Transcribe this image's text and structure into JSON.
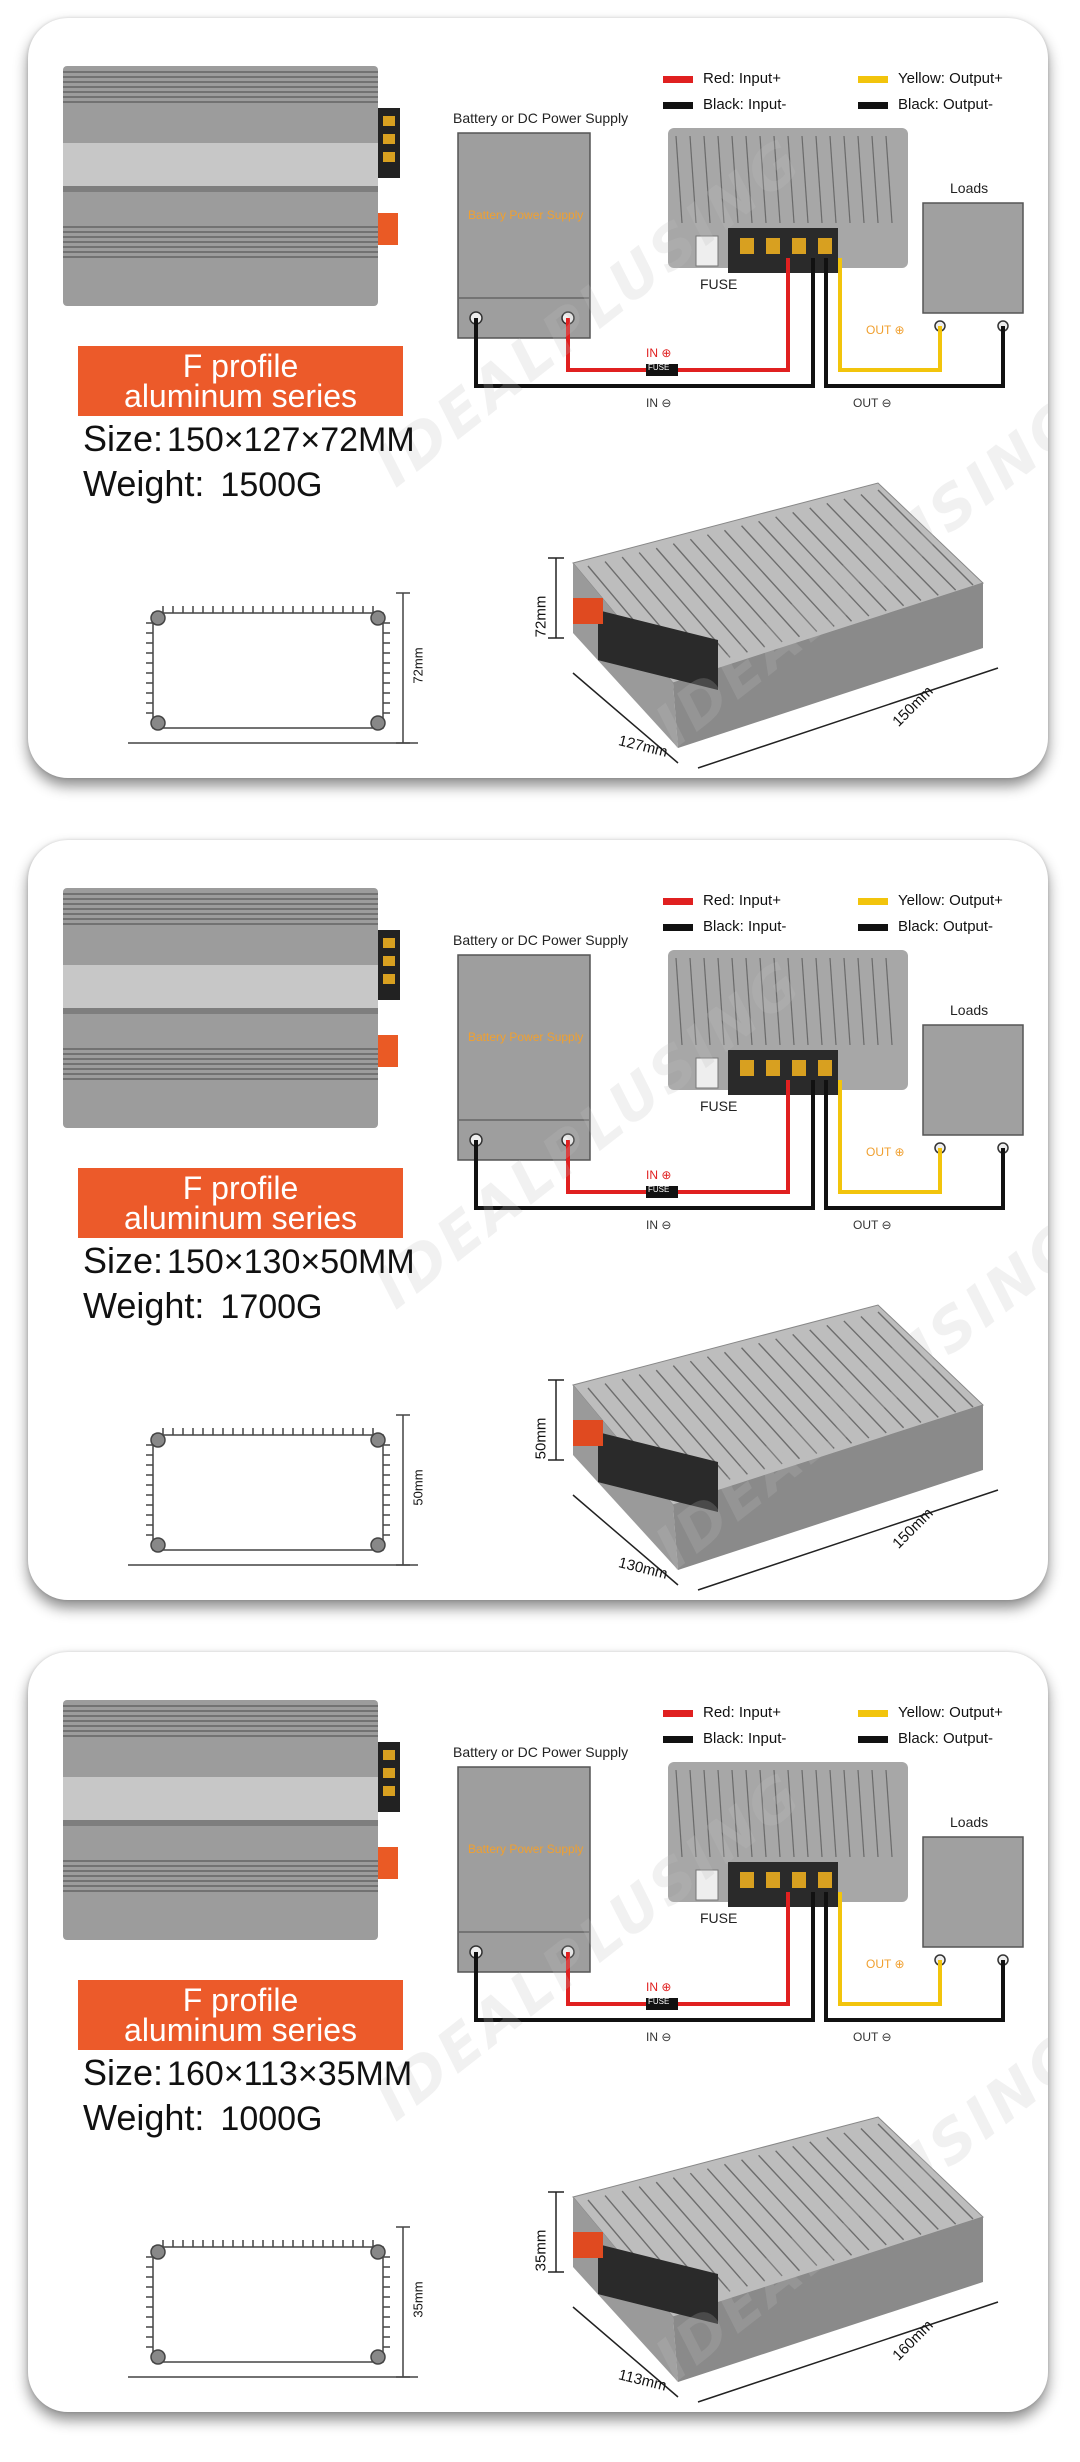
{
  "legend": {
    "red": "Red: Input+",
    "black_in": "Black: Input-",
    "yellow": "Yellow: Output+",
    "black_out": "Black: Output-"
  },
  "diagram": {
    "supply_title": "Battery or DC Power Supply",
    "supply_inner": "Battery Power Supply",
    "loads": "Loads",
    "fuse": "FUSE",
    "fuse_tag": "FUSE",
    "in_plus": "IN ⊕",
    "in_minus": "IN ⊖",
    "out_plus": "OUT ⊕",
    "out_minus": "OUT ⊖"
  },
  "colors": {
    "accent": "#ec5a2a",
    "wire_red": "#e02020",
    "wire_yellow": "#f2c40c",
    "wire_black": "#111111",
    "aluminum": "#a9a9a9"
  },
  "watermark": "IDEALPLUSING",
  "products": [
    {
      "badge_line1": "F profile",
      "badge_line2": "aluminum series",
      "size_label": "Size:",
      "size_value": "150×127×72MM",
      "weight_label": "Weight:",
      "weight_value": "1500G",
      "dim_height": "72mm",
      "dim_width": "127mm",
      "dim_length": "150mm",
      "outline_dim": "72mm"
    },
    {
      "badge_line1": "F profile",
      "badge_line2": "aluminum series",
      "size_label": "Size:",
      "size_value": "150×130×50MM",
      "weight_label": "Weight:",
      "weight_value": "1700G",
      "dim_height": "50mm",
      "dim_width": "130mm",
      "dim_length": "150mm",
      "outline_dim": "50mm"
    },
    {
      "badge_line1": "F profile",
      "badge_line2": "aluminum series",
      "size_label": "Size:",
      "size_value": "160×113×35MM",
      "weight_label": "Weight:",
      "weight_value": "1000G",
      "dim_height": "35mm",
      "dim_width": "113mm",
      "dim_length": "160mm",
      "outline_dim": "35mm"
    }
  ]
}
